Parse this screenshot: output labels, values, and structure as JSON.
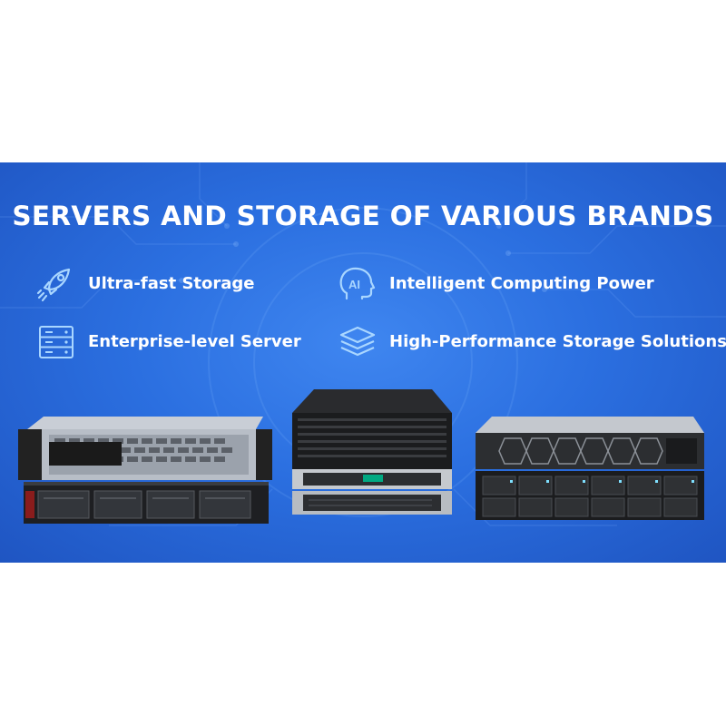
{
  "banner": {
    "title": "SERVERS AND STORAGE OF VARIOUS BRANDS",
    "background_color": "#2b6fe0",
    "text_color": "#ffffff",
    "icon_color": "#a9d6ff"
  },
  "features": [
    {
      "icon": "rocket-icon",
      "label": "Ultra-fast Storage"
    },
    {
      "icon": "ai-head-icon",
      "label": "Intelligent Computing Power"
    },
    {
      "icon": "server-rack-icon",
      "label": "Enterprise-level Server"
    },
    {
      "icon": "stacked-layers-icon",
      "label": "High-Performance Storage Solutions"
    }
  ],
  "products": [
    {
      "name": "silver-rack-server"
    },
    {
      "name": "black-storage-server"
    },
    {
      "name": "dark-rack-server"
    }
  ]
}
